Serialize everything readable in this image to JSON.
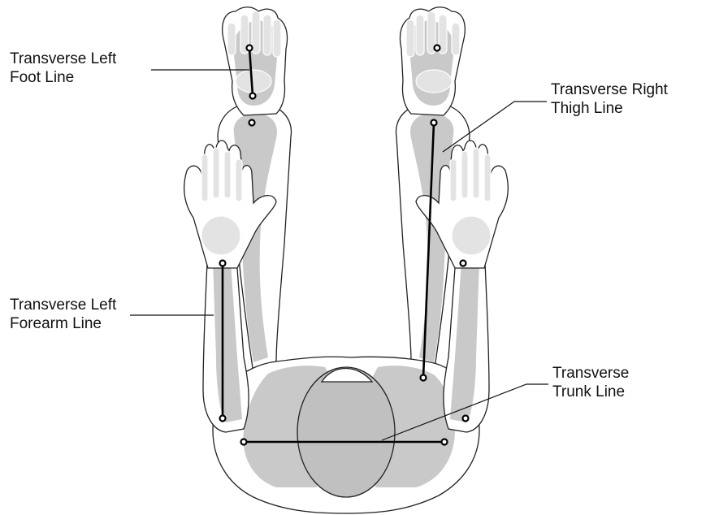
{
  "labels": {
    "left_foot": {
      "line1": "Transverse Left",
      "line2": "Foot Line"
    },
    "left_forearm": {
      "line1": "Transverse Left",
      "line2": "Forearm Line"
    },
    "right_thigh": {
      "line1": "Transverse Right",
      "line2": "Thigh Line"
    },
    "trunk": {
      "line1": "Transverse",
      "line2": "Trunk Line"
    }
  },
  "colors": {
    "bone": "#c8c8c8",
    "bone_light": "#e2e2e2",
    "outline": "#111111",
    "skin": "#ffffff"
  }
}
